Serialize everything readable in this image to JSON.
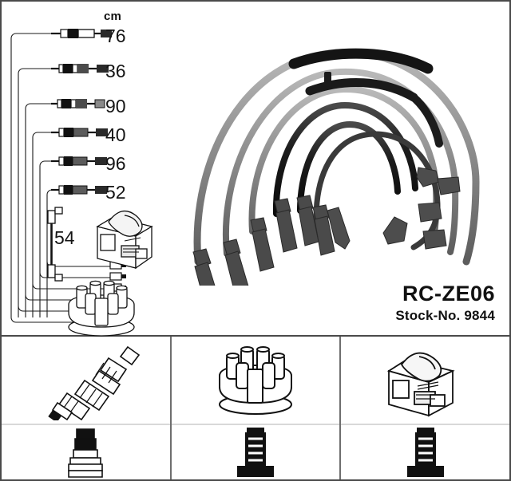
{
  "product": {
    "title": "RC-ZE06",
    "stock_label": "Stock-No. 9844"
  },
  "legend": {
    "unit": "cm",
    "lengths": [
      "76",
      "36",
      "90",
      "40",
      "96",
      "52"
    ],
    "extra_length": "54"
  },
  "diagram": {
    "cable_set_name": "ignition-cable-set",
    "distributor_cap_name": "distributor-cap",
    "ignition_coil_name": "ignition-coil-module",
    "short_lead_name": "short-connector-lead"
  },
  "bottom_panels": [
    {
      "top_item": "spark-plug",
      "bottom_item": "rubber-boot-connector"
    },
    {
      "top_item": "distributor-cap",
      "bottom_item": "cap-terminal-connector"
    },
    {
      "top_item": "ignition-coil-module",
      "bottom_item": "coil-terminal-connector"
    }
  ],
  "colors": {
    "frame": "#4a4a4a",
    "divider": "#6e6e6e",
    "ink": "#111111",
    "cable_gray": "#8c8c8c",
    "cable_dark": "#1c1c1c"
  }
}
